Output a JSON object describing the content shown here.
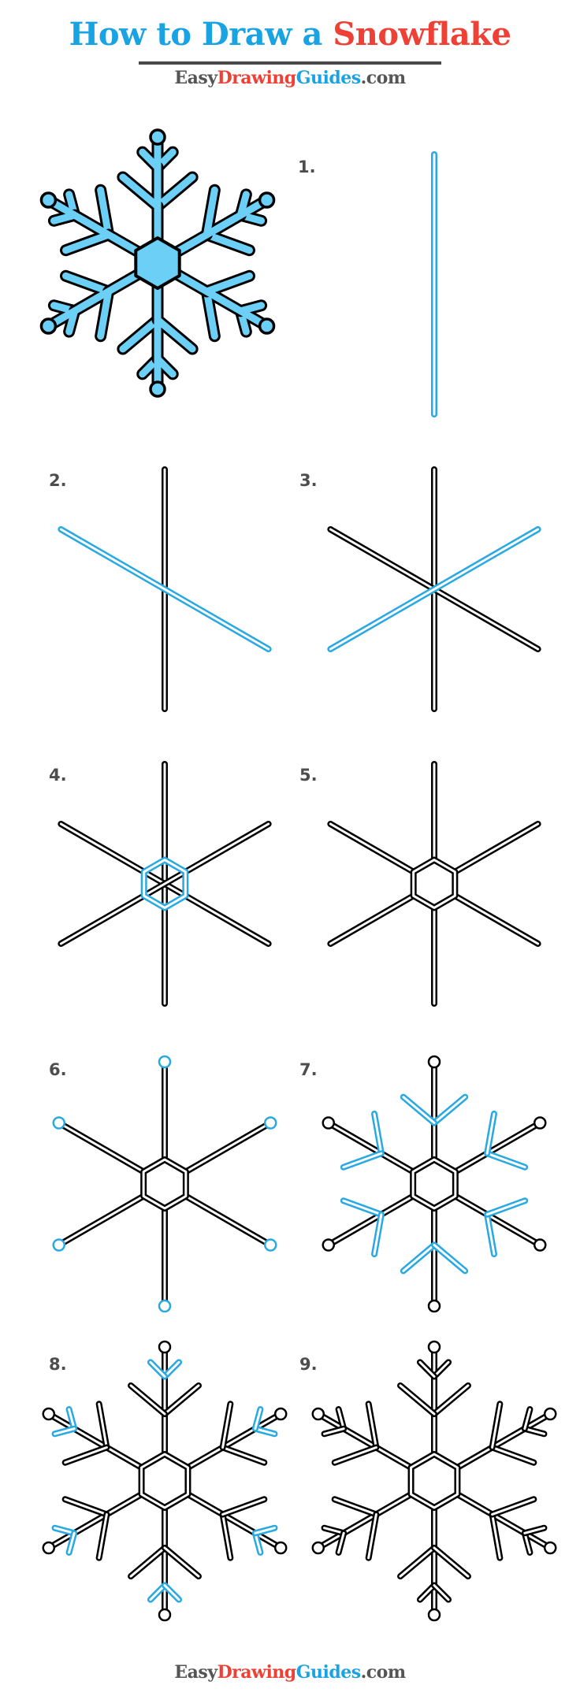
{
  "header": {
    "title_part1": "How to Draw a ",
    "title_part2": "Snowflake",
    "brand": {
      "easy": "Easy",
      "drawing": "Drawing",
      "guides": "Guides",
      "com": ".com"
    }
  },
  "steps": [
    {
      "label": "1."
    },
    {
      "label": "2."
    },
    {
      "label": "3."
    },
    {
      "label": "4."
    },
    {
      "label": "5."
    },
    {
      "label": "6."
    },
    {
      "label": "7."
    },
    {
      "label": "8."
    },
    {
      "label": "9."
    }
  ],
  "footer": {
    "brand": {
      "easy": "Easy",
      "drawing": "Drawing",
      "guides": "Guides",
      "com": ".com"
    }
  },
  "colors": {
    "title_blue": "#1aa3e3",
    "title_red": "#ee4035",
    "brand_gray": "#555555",
    "step_blue": "#29a9e1",
    "flake_fill": "#6ccff6",
    "ink": "#000000"
  }
}
